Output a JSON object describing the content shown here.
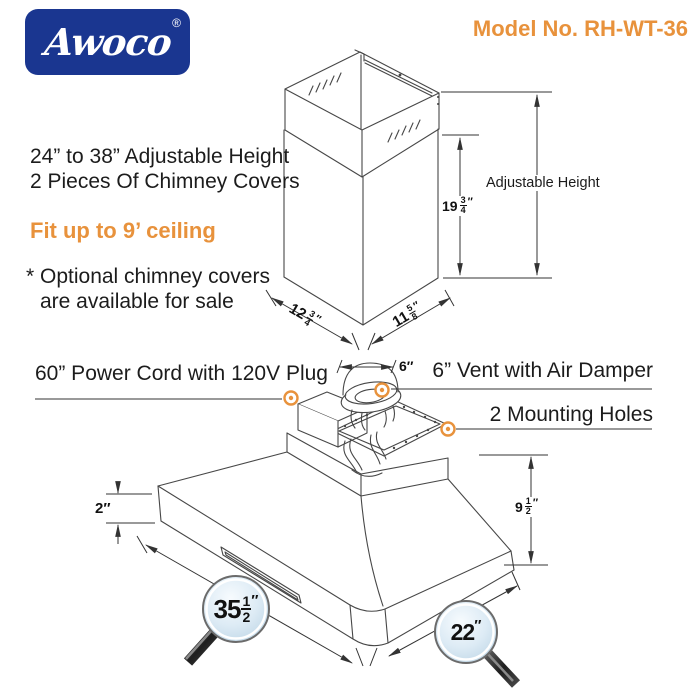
{
  "brand": {
    "logo_text": "Awoco",
    "registered_mark": "®"
  },
  "header": {
    "model_label": "Model No. RH-WT-36"
  },
  "info": {
    "line1": "24” to 38” Adjustable Height",
    "line2": "2 Pieces Of Chimney Covers",
    "highlight": "Fit up to 9’ ceiling",
    "note_line1": "* Optional chimney covers",
    "note_line2": "are available for sale"
  },
  "chimney": {
    "adjustable_height_label": "Adjustable Height",
    "height_dim": {
      "whole": "19",
      "num": "3",
      "den": "4",
      "unit": "″"
    },
    "depth_dim": {
      "whole": "12",
      "num": "3",
      "den": "4",
      "unit": "″"
    },
    "width_dim": {
      "whole": "11",
      "num": "5",
      "den": "8",
      "unit": "″"
    }
  },
  "hood": {
    "power_callout": "60” Power Cord with 120V Plug",
    "vent_callout": "6” Vent with Air Damper",
    "mounting_callout": "2 Mounting Holes",
    "vent_dim": "6″",
    "lip_dim": "2″",
    "height_dim": {
      "whole": "9",
      "num": "1",
      "den": "2",
      "unit": "″"
    },
    "width_dim": {
      "whole": "35",
      "num": "1",
      "den": "2",
      "unit": "″"
    },
    "depth_dim": {
      "whole": "22",
      "unit": "″"
    }
  },
  "colors": {
    "accent_orange": "#e8923c",
    "logo_blue": "#1a3690",
    "line": "#474747"
  }
}
